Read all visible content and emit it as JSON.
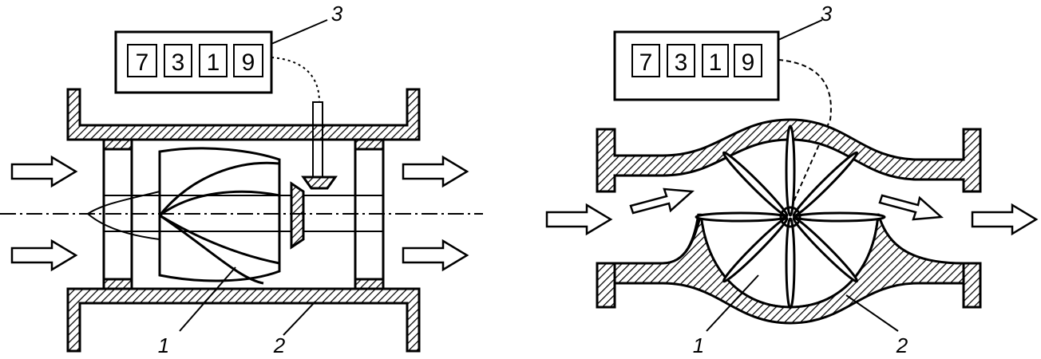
{
  "figures": [
    {
      "name": "turbine-flow-meter",
      "counter_digits": [
        "7",
        "3",
        "1",
        "9"
      ],
      "labels": {
        "rotor": "1",
        "body": "2",
        "counter": "3"
      }
    },
    {
      "name": "paddle-wheel-flow-meter",
      "counter_digits": [
        "7",
        "3",
        "1",
        "9"
      ],
      "labels": {
        "wheel": "1",
        "body": "2",
        "counter": "3"
      }
    }
  ]
}
